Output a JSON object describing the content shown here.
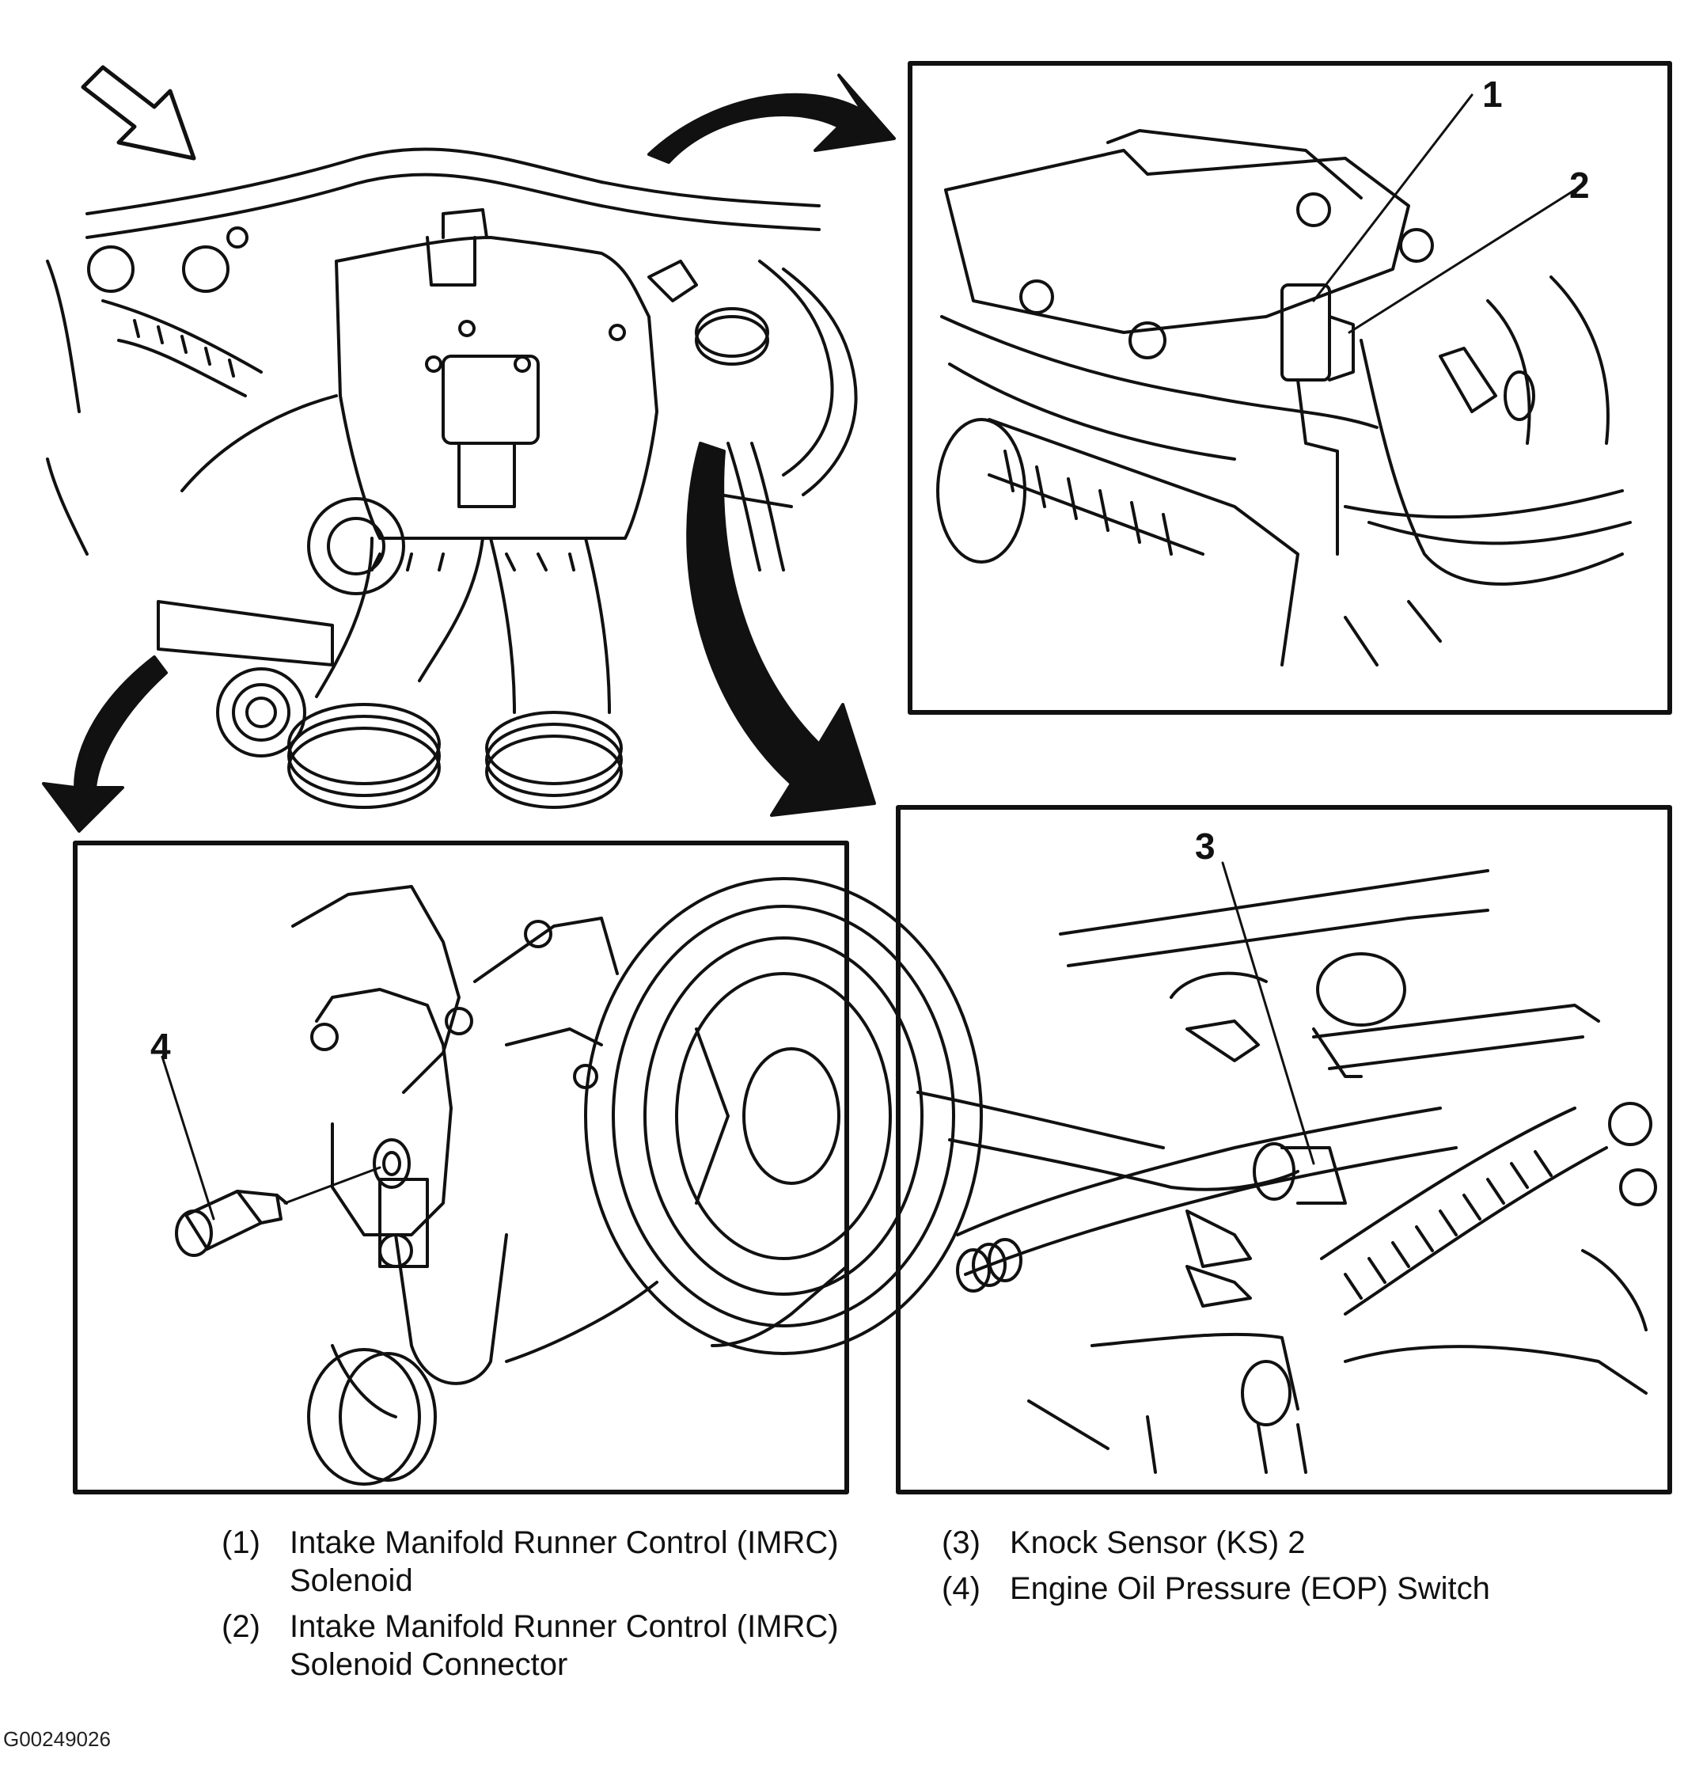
{
  "callouts": [
    "1",
    "2",
    "3",
    "4"
  ],
  "legend": [
    {
      "index": "(1)",
      "text": "Intake Manifold Runner Control (IMRC)\nSolenoid"
    },
    {
      "index": "(2)",
      "text": "Intake Manifold Runner Control (IMRC)\nSolenoid Connector"
    },
    {
      "index": "(3)",
      "text": "Knock Sensor (KS) 2"
    },
    {
      "index": "(4)",
      "text": "Engine Oil Pressure (EOP) Switch"
    }
  ],
  "figure_id": "G00249026"
}
